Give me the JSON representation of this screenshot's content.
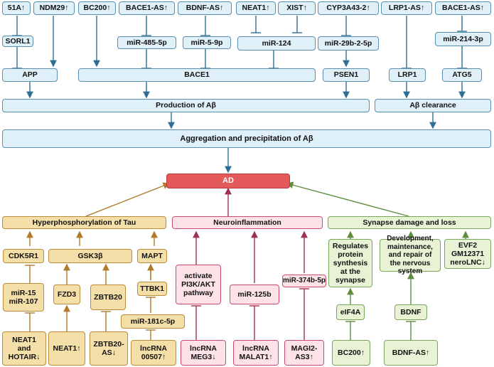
{
  "top_row": {
    "t1": "51A↑",
    "t2": "NDM29↑",
    "t3": "BC200↑",
    "t4": "BACE1-AS↑",
    "t5": "BDNF-AS↑",
    "t6": "NEAT1↑",
    "t7": "XIST↑",
    "t8": "CYP3A43-2↑",
    "t9": "LRP1-AS↑",
    "t10": "BACE1-AS↑"
  },
  "mid_row": {
    "sorl1": "SORL1",
    "mir485": "miR-485-5p",
    "mir59": "miR-5-9p",
    "mir124": "miR-124",
    "mir29b": "miR-29b-2-5p",
    "mir214": "miR-214-3p"
  },
  "targets": {
    "app": "APP",
    "bace1": "BACE1",
    "psen1": "PSEN1",
    "lrp1": "LRP1",
    "atg5": "ATG5"
  },
  "production": "Production of Aβ",
  "clearance": "Aβ clearance",
  "aggregation": "Aggregation and precipitation of Aβ",
  "ad": "AD",
  "tau": {
    "header": "Hyperphosphorylation of Tau",
    "cdk5r1": "CDK5R1",
    "gsk3b": "GSK3β",
    "mapt": "MAPT",
    "mir15": "miR-15\nmiR-107",
    "fzd3": "FZD3",
    "zbtb20": "ZBTB20",
    "ttbk1": "TTBK1",
    "mir181": "miR-181c-5p",
    "neat1_hotair": "NEAT1\nand\nHOTAIR↓",
    "neat1": "NEAT1↑",
    "zbtb20as": "ZBTB20-\nAS↓",
    "lnc00507": "lncRNA\n00507↑"
  },
  "neuro": {
    "header": "Neuroinflammation",
    "pi3k": "activate\nPI3K/AKT\npathway",
    "mir125b": "miR-125b",
    "mir374b": "miR-374b-5p",
    "meg3": "lncRNA\nMEG3↓",
    "malat1": "lncRNA\nMALAT1↑",
    "magi2": "MAGI2-\nAS3↑"
  },
  "synapse": {
    "header": "Synapse damage and loss",
    "reg": "Regulates\nprotein\nsynthesis\nat the\nsynapse",
    "dev": "Development,\nmaintenance,\nand repair of\nthe nervous\nsystem",
    "evf2": "EVF2\nGM12371\nneroLNC↓",
    "eif4a": "eIF4A",
    "bdnf": "BDNF",
    "bc200": "BC200↑",
    "bdnfas": "BDNF-AS↑"
  },
  "colors": {
    "blue_line": "#2f6e95",
    "tau_line": "#b07a2a",
    "neuro_line": "#a0304f",
    "syn_line": "#5e8d3e",
    "ad_red": "#e45a5a"
  }
}
